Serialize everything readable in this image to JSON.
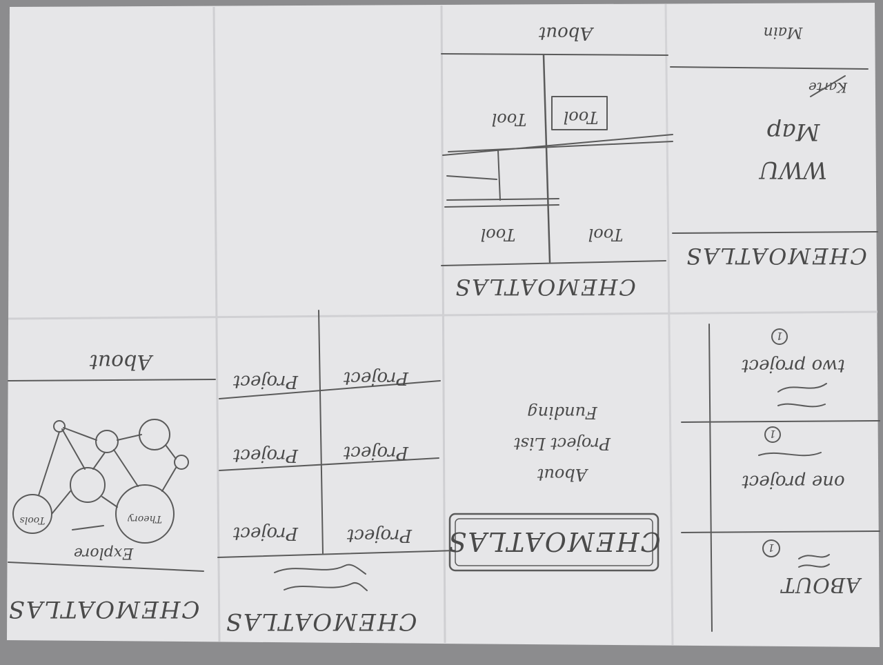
{
  "sketch": {
    "brand": "CHEMOATLAS",
    "panels": [
      {
        "id": "home-explore",
        "brand": "CHEMOATLAS",
        "explore_label": "Explore",
        "about_label": "About",
        "node_labels": [
          "Theory",
          "Tools"
        ]
      },
      {
        "id": "project-grid",
        "brand": "CHEMOATLAS",
        "cells": [
          "Project",
          "Project",
          "Project",
          "Project",
          "Project",
          "Project"
        ]
      },
      {
        "id": "cover-menu",
        "brand": "CHEMOATLAS",
        "menu_items": [
          "About",
          "Project List",
          "Funding"
        ]
      },
      {
        "id": "projects-numbered",
        "items": [
          {
            "marker": "1",
            "label": "ABOUT"
          },
          {
            "marker": "1",
            "label": "one project"
          },
          {
            "marker": "1",
            "label": "two project"
          }
        ]
      },
      {
        "id": "tools-grid",
        "brand": "CHEMOATLAS",
        "about_label": "About",
        "cells": [
          "Tool",
          "Tool",
          "Tool",
          "Tool"
        ]
      },
      {
        "id": "wwu-map",
        "brand": "CHEMOATLAS",
        "labels": [
          "WWU",
          "Map",
          "Karte"
        ],
        "header_label": "Main"
      }
    ]
  }
}
